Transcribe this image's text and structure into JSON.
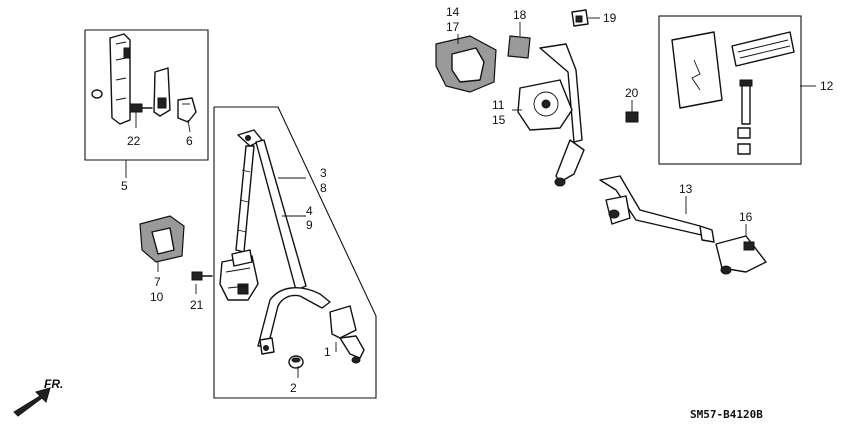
{
  "diagram_code": "SM57-B4120B",
  "direction_label": "FR.",
  "callouts": [
    {
      "id": "c1",
      "text": "1"
    },
    {
      "id": "c2",
      "text": "2"
    },
    {
      "id": "c3",
      "text": "3"
    },
    {
      "id": "c8",
      "text": "8"
    },
    {
      "id": "c4",
      "text": "4"
    },
    {
      "id": "c9",
      "text": "9"
    },
    {
      "id": "c5",
      "text": "5"
    },
    {
      "id": "c6",
      "text": "6"
    },
    {
      "id": "c22",
      "text": "22"
    },
    {
      "id": "c7",
      "text": "7"
    },
    {
      "id": "c10",
      "text": "10"
    },
    {
      "id": "c21",
      "text": "21"
    },
    {
      "id": "c14",
      "text": "14"
    },
    {
      "id": "c17",
      "text": "17"
    },
    {
      "id": "c18",
      "text": "18"
    },
    {
      "id": "c19",
      "text": "19"
    },
    {
      "id": "c11",
      "text": "11"
    },
    {
      "id": "c15",
      "text": "15"
    },
    {
      "id": "c20",
      "text": "20"
    },
    {
      "id": "c12",
      "text": "12"
    },
    {
      "id": "c13",
      "text": "13"
    },
    {
      "id": "c16",
      "text": "16"
    }
  ]
}
